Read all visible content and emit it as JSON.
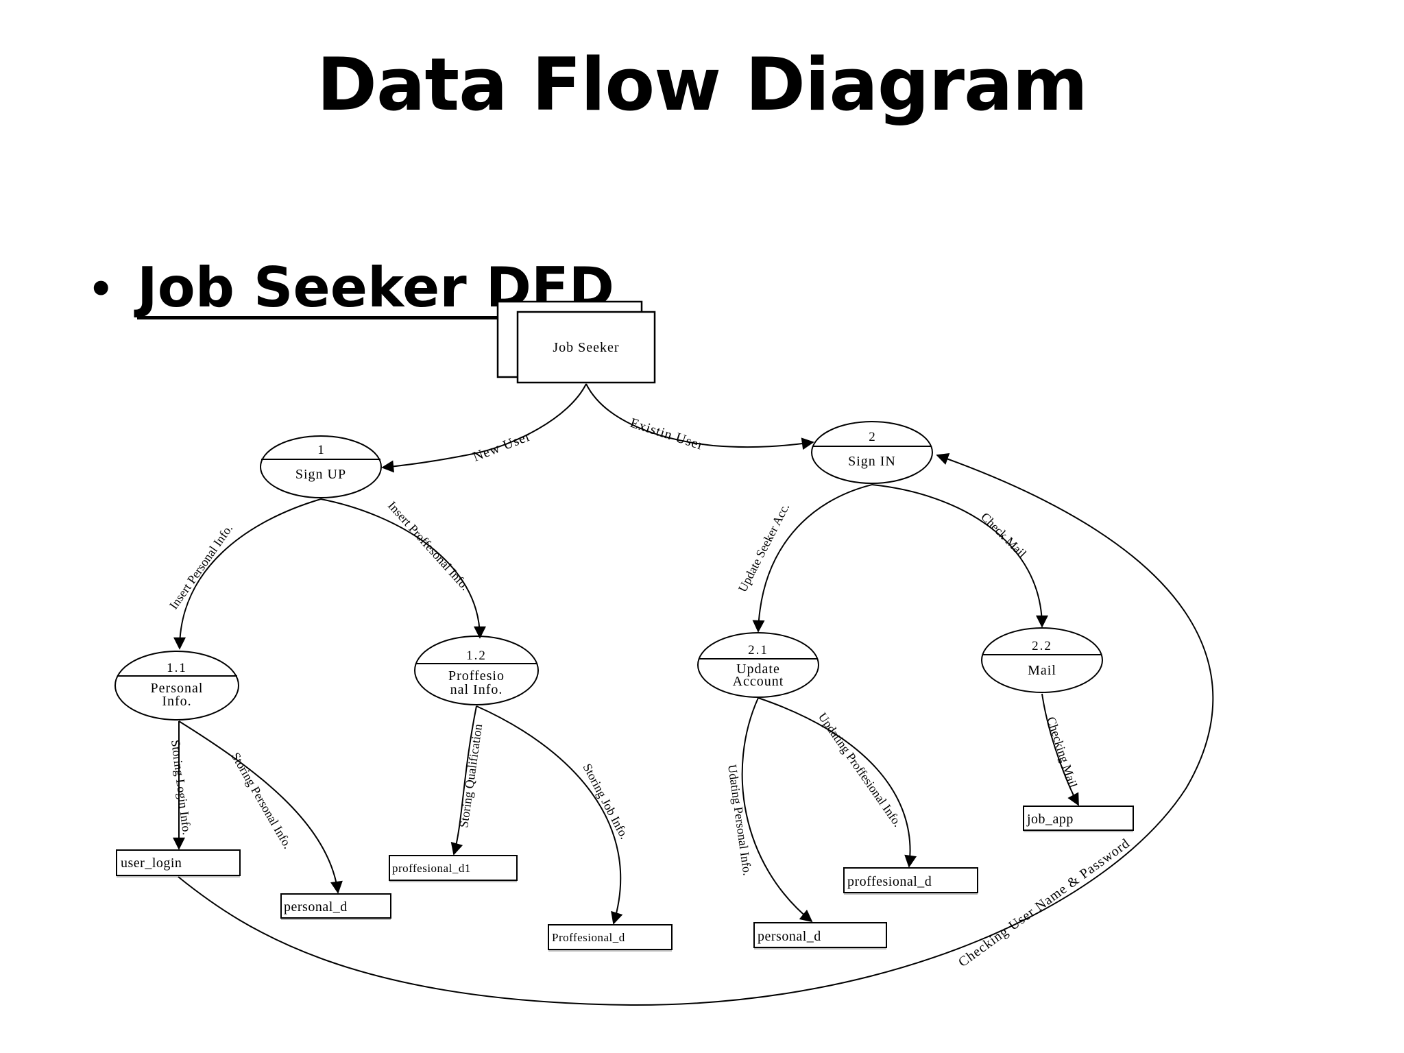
{
  "title": "Data Flow Diagram",
  "subtitle": "Job Seeker DFD",
  "bullet": "•",
  "entities": {
    "job_seeker": "Job Seeker"
  },
  "processes": {
    "p1": {
      "number": "1",
      "line1": "Sign UP",
      "line2": ""
    },
    "p2": {
      "number": "2",
      "line1": "Sign IN",
      "line2": ""
    },
    "p11": {
      "number": "1.1",
      "line1": "Personal",
      "line2": "Info."
    },
    "p12": {
      "number": "1.2",
      "line1": "Proffesio",
      "line2": "nal Info."
    },
    "p21": {
      "number": "2.1",
      "line1": "Update",
      "line2": "Account"
    },
    "p22": {
      "number": "2.2",
      "line1": "Mail",
      "line2": ""
    }
  },
  "stores": {
    "user_login": "user_login",
    "personal_d_1": "personal_d",
    "proffesional_d1": "proffesional_d1",
    "proffesional_d_cap": "Proffesional_d",
    "personal_d_2": "personal_d",
    "proffesional_d": "proffesional_d",
    "job_app": "job_app"
  },
  "flows": {
    "new_user": "New User",
    "existin_user": "Existin User",
    "insert_personal": "Insert Personal Info.",
    "insert_proffesonal": "Insert Proffesonal Info.",
    "update_seeker": "Update Seeker Acc.",
    "check_mail": "Check Mail",
    "storing_login": "Storing Login Info.",
    "storing_personal": "Storing Personal Info.",
    "storing_qualification": "Storing Qualification",
    "storing_job": "Storing Job Info.",
    "udating_personal": "Udating Personal Info.",
    "updating_proffesional": "Updating Proffesional Info.",
    "checking_mail": "Checking Mail",
    "checking_user": "Checking User Name & Password"
  }
}
